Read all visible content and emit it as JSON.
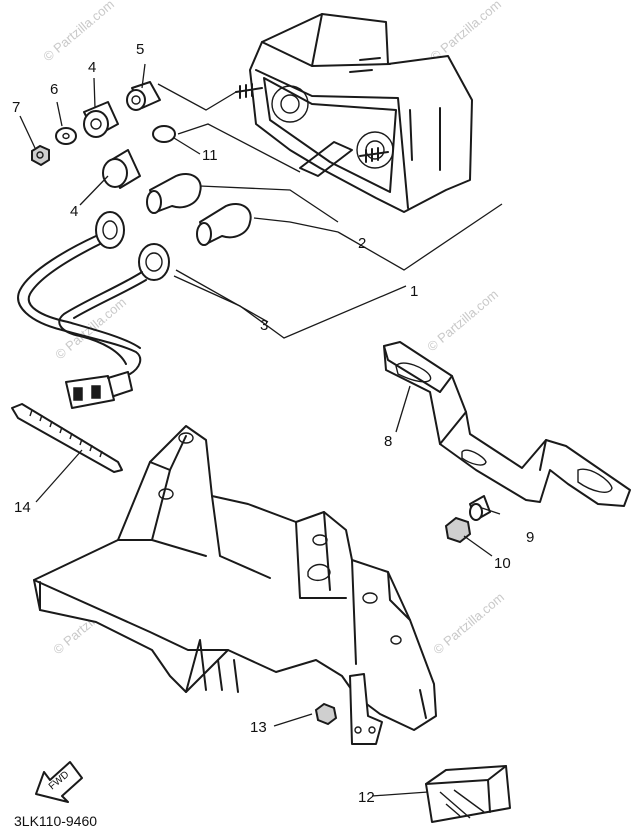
{
  "watermark": "© Partzilla.com",
  "diagram_code": "3LK110-9460",
  "fwd_label": "FWD",
  "callouts": {
    "c1": "1",
    "c2": "2",
    "c3": "3",
    "c4a": "4",
    "c4b": "4",
    "c5": "5",
    "c6": "6",
    "c7": "7",
    "c8": "8",
    "c9": "9",
    "c10": "10",
    "c11": "11",
    "c12": "12",
    "c13": "13",
    "c14": "14"
  }
}
